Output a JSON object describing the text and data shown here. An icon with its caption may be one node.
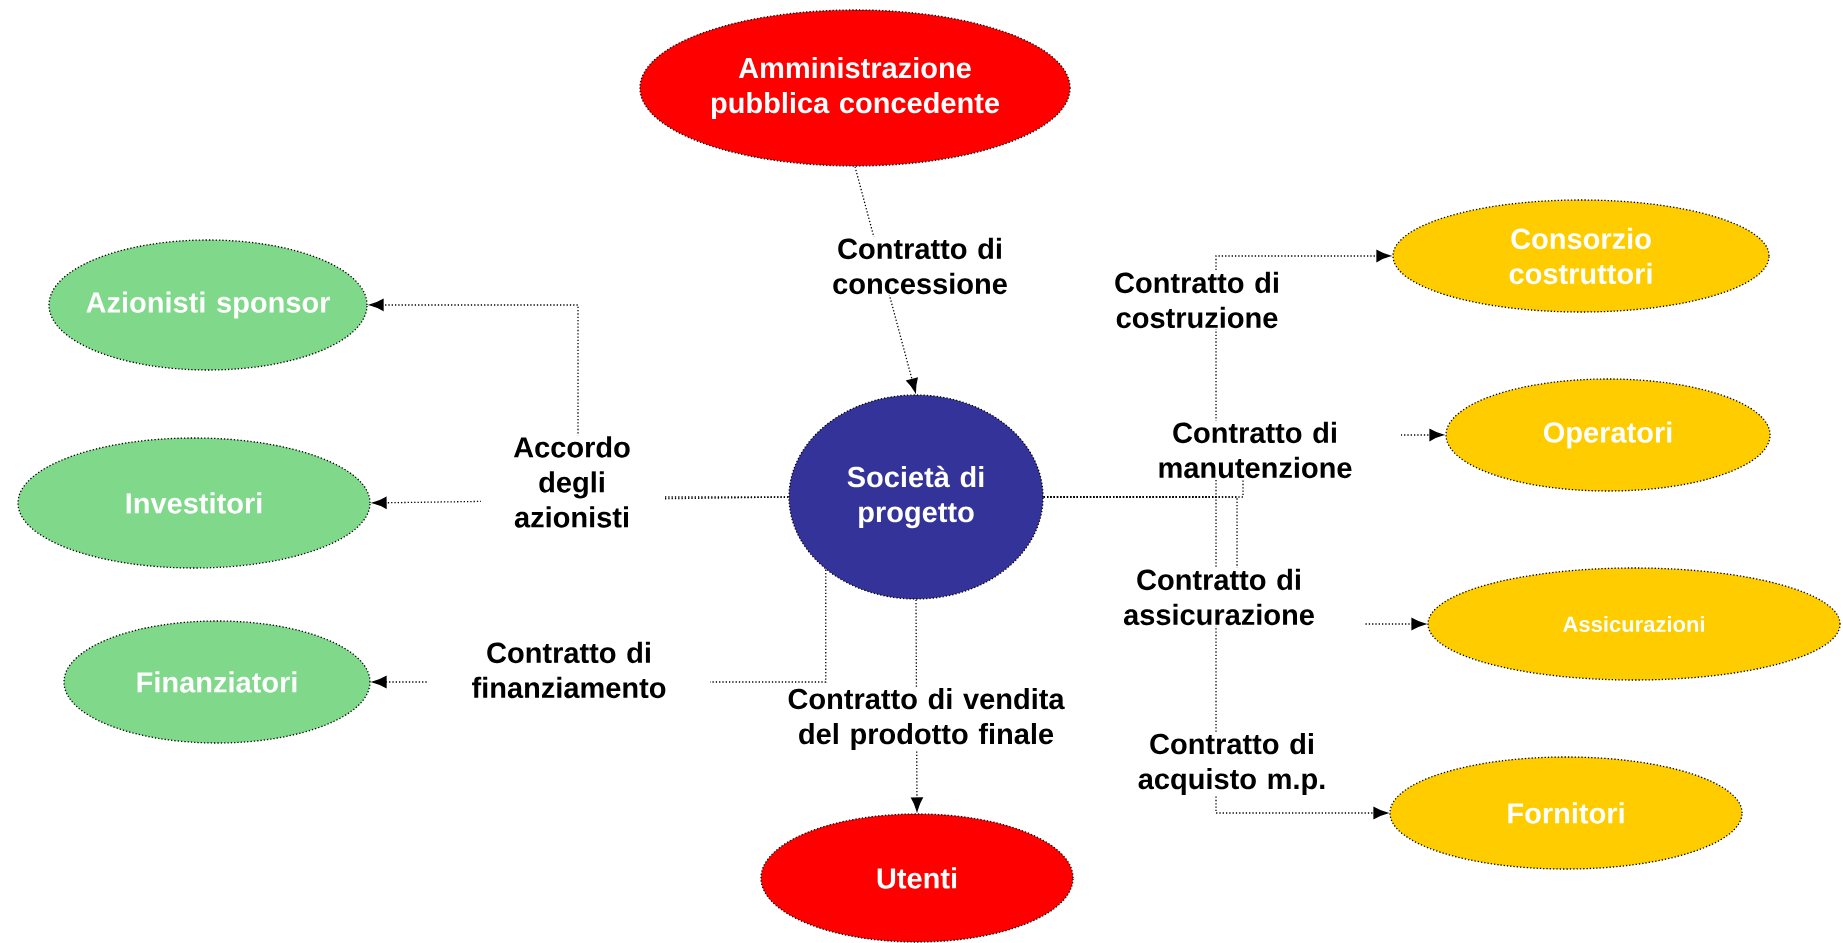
{
  "diagram": {
    "nodes": [
      {
        "text": [
          "Amministrazione pubblica concedente"
        ]
      },
      {
        "text": [
          "Azionisti sponsor"
        ]
      },
      {
        "text": [
          "Investitori"
        ]
      },
      {
        "text": [
          "Finanziatori"
        ]
      },
      {
        "text": [
          "Società di progetto"
        ]
      },
      {
        "text": [
          "Consorzio costruttori"
        ]
      },
      {
        "text": [
          "Operatori"
        ]
      },
      {
        "text": [
          "Assicurazioni"
        ]
      },
      {
        "text": [
          "Fornitori"
        ]
      },
      {
        "text": [
          "Utenti"
        ]
      }
    ],
    "edges": [
      {
        "from": 0,
        "to": 4,
        "arrow": "to",
        "label": "Contratto di concessione"
      },
      {
        "from": 4,
        "to": 1,
        "arrow": "to"
      },
      {
        "from": 4,
        "to": 2,
        "arrow": "to",
        "label": "Accordo degli azionisti"
      },
      {
        "from": 4,
        "to": 3,
        "arrow": "to",
        "label": "Contratto di finanziamento"
      },
      {
        "from": 4,
        "to": 9,
        "arrow": "to",
        "label": "Contratto di vendita del prodotto finale"
      },
      {
        "from": 4,
        "to": 5,
        "arrow": "to",
        "label": "Contratto di costruzione"
      },
      {
        "from": 4,
        "to": 6,
        "arrow": "to",
        "label": "Contratto di manutenzione"
      },
      {
        "from": 4,
        "to": 7,
        "arrow": "to",
        "label": "Contratto di assicurazione"
      },
      {
        "from": 4,
        "to": 8,
        "arrow": "to",
        "label": "Contratto di acquisto m.p."
      }
    ]
  }
}
